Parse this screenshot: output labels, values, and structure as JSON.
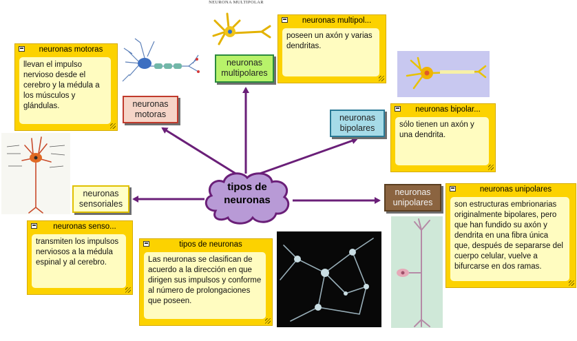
{
  "center": {
    "label_line1": "tipos de",
    "label_line2": "neuronas"
  },
  "nodes": {
    "motoras": "neuronas motoras",
    "multipolares": "neuronas multipolares",
    "bipolares": "neuronas bipolares",
    "sensoriales": "neuronas sensoriales",
    "unipolares": "neuronas unipolares"
  },
  "notes": {
    "motoras": {
      "title": "neuronas motoras",
      "text": "llevan el impulso nervioso desde el cerebro y la médula a los músculos y glándulas."
    },
    "multipolares": {
      "title": "neuronas multipol...",
      "text": "poseen un axón y varias dendritas."
    },
    "bipolares": {
      "title": "neuronas bipolar...",
      "text": "sólo tienen un axón y una dendrita."
    },
    "unipolares": {
      "title": "neuronas unipolares",
      "text": "son estructuras embrionarias originalmente bipolares, pero que han fundido su axón y dendrita en una fibra única que, después de separarse del cuerpo celular, vuelve a bifurcarse en dos ramas."
    },
    "sensoriales": {
      "title": "neuronas senso...",
      "text": "transmiten los impulsos nerviosos a la médula espinal y al cerebro."
    },
    "tipos": {
      "title": "tipos de neuronas",
      "text": "Las neuronas se clasifican de acuerdo a la dirección en que dirigen sus impulsos y conforme al número de prolongaciones que poseen."
    }
  },
  "image_caption": {
    "multipolar_title": "NEURONA MULTIPOLAR"
  },
  "colors": {
    "connector": "#6a1f78",
    "cloud_fill": "#b89ad6",
    "cloud_stroke": "#6a1f78",
    "note_frame": "#fcd200",
    "note_body": "#fffcc0",
    "node_motoras_bg": "#f6d5c8",
    "node_motoras_border": "#c0392b",
    "node_multipolares_bg": "#b8f26a",
    "node_multipolares_border": "#2b8a3e",
    "node_bipolares_bg": "#a6dbe8",
    "node_bipolares_border": "#2a7a96",
    "node_sensoriales_bg": "#ffffc8",
    "node_sensoriales_border": "#e0c000",
    "node_unipolares_bg": "#8b6440",
    "node_unipolares_border": "#5a3e20"
  }
}
